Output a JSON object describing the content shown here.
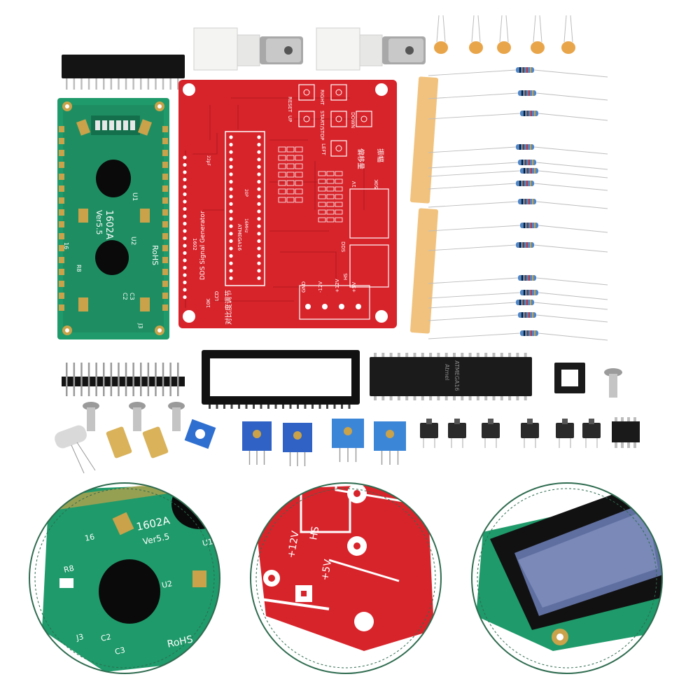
{
  "colors": {
    "background": "#ffffff",
    "pcb_red": "#d7242b",
    "pcb_red_trace": "#b81a20",
    "lcd_green": "#1f9a6a",
    "lcd_green_dark": "#157a52",
    "gold_pad": "#c9a24a",
    "black_part": "#1b1b1b",
    "trimmer_blue": "#2f6fd0",
    "terminal_strip": "#f1c27d",
    "circle_border": "#2e6b4f"
  },
  "lcd_board": {
    "model": "1602A",
    "version": "Ver5.5",
    "rohs": "RoHS",
    "pin_count_label": "16",
    "labels": [
      "U1",
      "U2",
      "R8",
      "C2",
      "C3",
      "J3"
    ]
  },
  "red_pcb": {
    "title": "DDS Signal Generator",
    "chip": "ATMEGA16",
    "buttons": [
      "RESET",
      "RIGHT",
      "UP",
      "START/STOP",
      "DOWN",
      "LEFT"
    ],
    "connectors": [
      "GND",
      "-12V",
      "+12V",
      "+5V",
      "HS"
    ],
    "misc": [
      "DDS",
      "1602",
      "LCD",
      "10K",
      "1V",
      "50K",
      "22pF",
      "16MHz",
      "20P"
    ],
    "chinese_labels": [
      "对比度调节",
      "偏移量",
      "振幅"
    ]
  },
  "ic": {
    "logo": "Atmel",
    "text": "ATMEGA16"
  },
  "zoom_circles": [
    {
      "name": "lcd-board-closeup",
      "labels": [
        "1602A",
        "Ver5.5",
        "R8",
        "U1",
        "U2",
        "C2",
        "C3",
        "J3",
        "RoHS",
        "16"
      ]
    },
    {
      "name": "red-pcb-closeup",
      "labels": [
        "+12V",
        "HS",
        "+5V"
      ]
    },
    {
      "name": "lcd-screen-closeup",
      "labels": []
    }
  ]
}
